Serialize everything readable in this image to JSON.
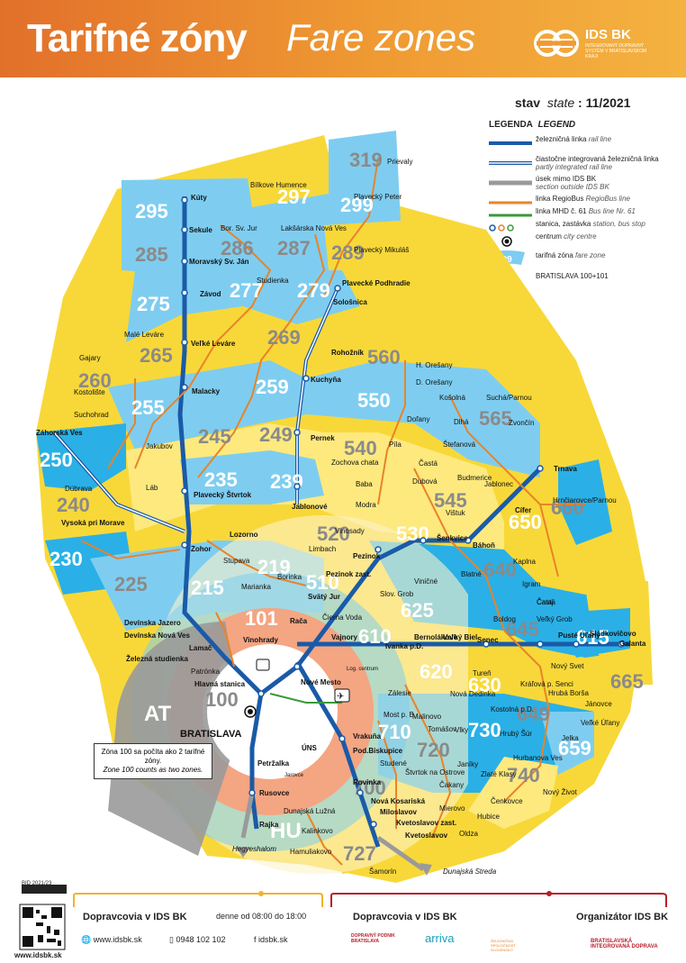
{
  "header": {
    "title_sk": "Tarifné zóny",
    "title_en": "Fare zones",
    "logo_text": "IDS BK",
    "logo_sub": "INTEGROVANÝ DOPRAVNÝ SYSTÉM V BRATISLAVSKOM KRAJI"
  },
  "state": {
    "label_sk": "stav",
    "label_en": "state",
    "value": "11/2021"
  },
  "legend": {
    "title_sk": "LEGENDA",
    "title_en": "LEGEND",
    "items": [
      {
        "sk": "železničná linka",
        "en": "rail line"
      },
      {
        "sk": "čiastočne integrovaná železničná linka",
        "en": "partly integrated rail line"
      },
      {
        "sk": "úsek mimo IDS BK",
        "en": "section outside IDS BK"
      },
      {
        "sk": "linka RegioBus",
        "en": "RegioBus line"
      },
      {
        "sk": "linka MHD č. 61",
        "en": "Bus line Nr. 61"
      },
      {
        "sk": "stanica, zastávka",
        "en": "station, bus stop"
      },
      {
        "sk": "centrum",
        "en": "city centre"
      },
      {
        "sk": "tarifná zóna",
        "en": "fare zone",
        "sample": "299"
      },
      {
        "sk": "BRATISLAVA 100+101",
        "en": "",
        "sample": "100"
      }
    ],
    "colors": {
      "rail": "#1a5aa8",
      "regiobus": "#e8832a",
      "mhd": "#3a9a3a",
      "outside": "#9a9a9a",
      "blue": "#2ab0e6",
      "yellow": "#f8d838",
      "salmon": "#f4a582"
    }
  },
  "zones": [
    "295",
    "297",
    "299",
    "319",
    "285",
    "286",
    "287",
    "289",
    "275",
    "277",
    "279",
    "269",
    "265",
    "260",
    "259",
    "255",
    "250",
    "249",
    "245",
    "240",
    "235",
    "230",
    "239",
    "225",
    "219",
    "215",
    "101",
    "100",
    "510",
    "520",
    "530",
    "540",
    "545",
    "550",
    "560",
    "565",
    "610",
    "615",
    "620",
    "625",
    "630",
    "640",
    "645",
    "649",
    "650",
    "659",
    "660",
    "665",
    "700",
    "710",
    "720",
    "727",
    "730",
    "740",
    "AT",
    "HU"
  ],
  "stations": [
    "Kúty",
    "Sekule",
    "Moravský Sv. Ján",
    "Bor. Sv. Jur",
    "Lakšárska Nová Ves",
    "Plavecký Mikuláš",
    "Plavecký Peter",
    "Prievaly",
    "Bílkove Humence",
    "Závod",
    "Studienka",
    "Sološnica",
    "Plavecké Podhradie",
    "Malé Leváre",
    "Veľké Leváre",
    "Rohožník",
    "Gajary",
    "Kostolište",
    "Malacky",
    "Kuchyňa",
    "H. Orešany",
    "D. Orešany",
    "Suchohrad",
    "Záhorská Ves",
    "Jakubov",
    "Pernek",
    "Košolná",
    "Dlhá",
    "Suchá/Parnou",
    "Zvončín",
    "Doľany",
    "Štefanová",
    "Píla",
    "Častá",
    "Dubová",
    "Budmerice",
    "Zochova chata",
    "Baba",
    "Modra",
    "Vištuk",
    "Jablonec",
    "Trnava",
    "Hrnčiarovce/Parnou",
    "Cífer",
    "Dúbrava",
    "Vysoká pri Morave",
    "Láb",
    "Plavecký Štvrtok",
    "Jablonové",
    "Lozorno",
    "Zohor",
    "Vinosady",
    "Limbach",
    "Pezinok",
    "Šenkvice",
    "Báhoň",
    "Blatné",
    "Kaplna",
    "Igram",
    "Častá",
    "Stupava",
    "Borinka",
    "Marianka",
    "Pezinok zast.",
    "Svätý Jur",
    "Slov. Grob",
    "Viničné",
    "Čataj",
    "Boldog",
    "Veľký Grob",
    "Pusté Úľany",
    "Sládkovičovo",
    "Galanta",
    "Devínska Jazero",
    "Devínska Nová Ves",
    "Lamač",
    "Železná studienka",
    "Patrónka",
    "Vinohrady",
    "Rača",
    "Vajnory",
    "Čierna Voda",
    "Ivanka p.D.",
    "Bernolákovo",
    "Veľký Biel",
    "Senec",
    "Nový Svet",
    "Kráľová p. Senci",
    "Hrubá Borša",
    "Jánovce",
    "Veľké Úľany",
    "Hlavná stanica",
    "Nové Mesto",
    "Log. centrum",
    "Zálesie",
    "Tureň",
    "Nová Dedinka",
    "Kostolná p.D.",
    "Hrubý Šúr",
    "Jelka",
    "Hurbanova Ves",
    "Most p. B.",
    "Malinovo",
    "Tomášov",
    "Vlky",
    "Vrakuňa",
    "Pod.Biskupice",
    "Studené",
    "Janíky",
    "Zlaté Klasy",
    "Čakany",
    "Nový Život",
    "Štvrtok na Ostrove",
    "Čenkovce",
    "Rovinka",
    "Nová Kosariská",
    "Mierovo",
    "Hubice",
    "Miloslavov",
    "Kvetoslavov zast.",
    "Kvetoslavov",
    "Oldza",
    "Šamorín",
    "Dunajská Lužná",
    "Kalinkovo",
    "Hamuliakovo",
    "Rusovce",
    "Rajka",
    "Hegyeshalom",
    "Dunajská Streda",
    "Petržalka",
    "ÚNS",
    "BRATISLAVA",
    "Jarovce"
  ],
  "note": {
    "sk": "Zóna 100 sa počíta ako 2 tarifné zóny.",
    "en": "Zone 100 counts as two zones."
  },
  "footer": {
    "carriers_label": "Dopravcovia v IDS BK",
    "hours": "denne od 08:00 do 18:00",
    "web": "www.idsbk.sk",
    "phone": "0948 102 102",
    "fb": "idsbk.sk",
    "qr_url": "www.idsbk.sk",
    "license": "BID 2021/23",
    "carriers_label2": "Dopravcovia v IDS BK",
    "organizer_label": "Organizátor IDS BK",
    "carrier1": "DOPRAVNÝ PODNIK BRATISLAVA",
    "carrier2": "arriva",
    "carrier3": "ŽELEZNIČNÁ SPOLOČNOSŤ SLOVENSKO",
    "organizer": "BRATISLAVSKÁ INTEGROVANÁ DOPRAVA"
  }
}
